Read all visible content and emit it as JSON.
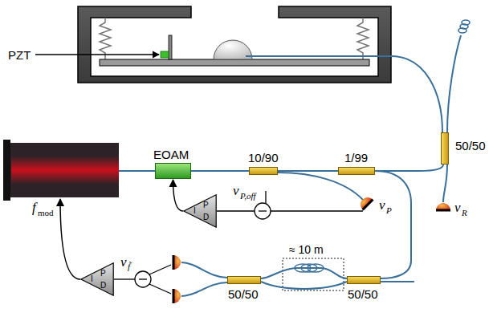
{
  "diagram": {
    "nodes": [
      {
        "text": [
          "EOAM"
        ]
      },
      {
        "text": [
          "10/90"
        ]
      },
      {
        "text": [
          "1/99"
        ]
      },
      {
        "text": [
          "50/50"
        ]
      },
      {
        "text": [
          "P",
          "I",
          "D"
        ]
      },
      {
        "text": [
          "50/50"
        ]
      },
      {
        "text": [
          "50/50"
        ]
      },
      {
        "text": [
          "P",
          "I",
          "D"
        ]
      }
    ],
    "edges": [
      {
        "from": 0,
        "to": 1,
        "arrow": "none"
      },
      {
        "from": 1,
        "to": 2,
        "arrow": "none"
      },
      {
        "from": 2,
        "to": 3,
        "arrow": "none"
      },
      {
        "from": 2,
        "to": 5,
        "arrow": "none"
      },
      {
        "from": 5,
        "to": 6,
        "arrow": "none"
      },
      {
        "from": 5,
        "to": 6,
        "arrow": "none"
      },
      {
        "from": 4,
        "to": 0,
        "arrow": "to"
      }
    ],
    "labels": [
      "PZT",
      "v",
      "R",
      "v",
      "P",
      "v",
      "P,off",
      "≈ 10 m",
      "f",
      "mod",
      "v",
      "f̃"
    ]
  }
}
